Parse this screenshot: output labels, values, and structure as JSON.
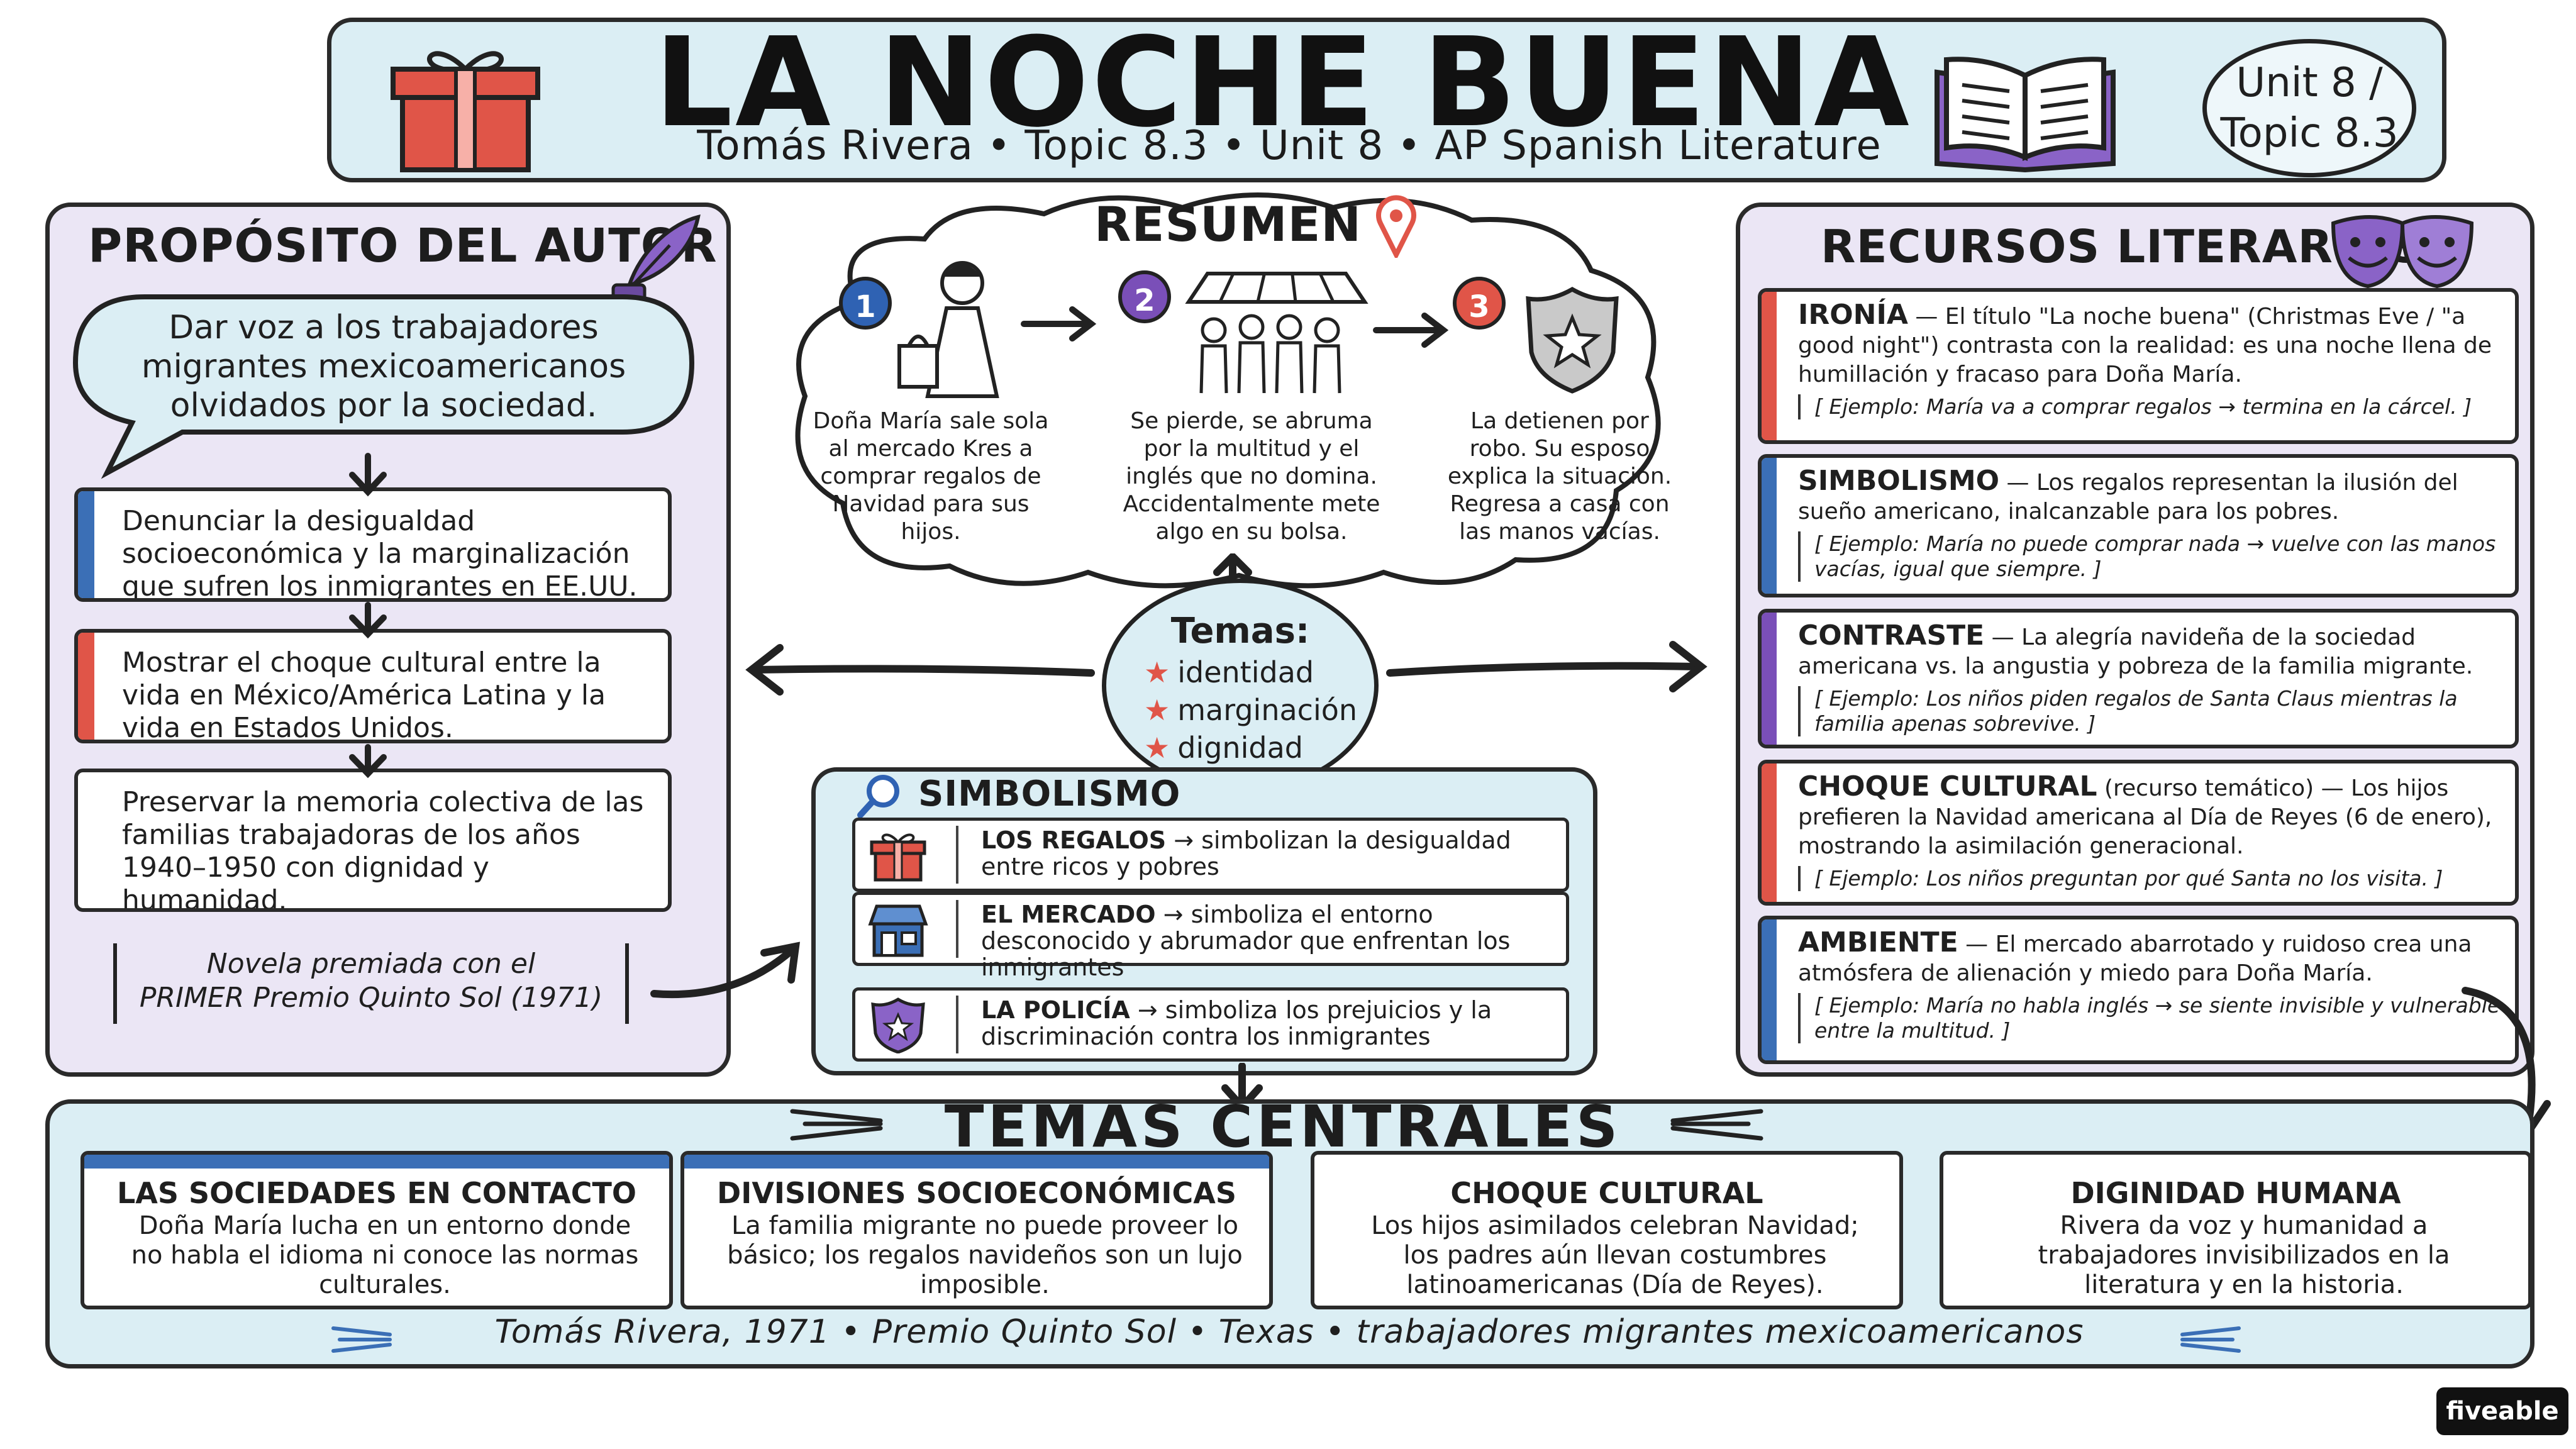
{
  "header": {
    "title": "LA NOCHE BUENA",
    "subtitle": "Tomás Rivera • Topic 8.3 • Unit 8 • AP Spanish Literature",
    "badge_line1": "Unit 8 /",
    "badge_line2": "Topic 8.3"
  },
  "proposito": {
    "heading": "PROPÓSITO DEL AUTOR",
    "bubble": "Dar voz a los trabajadores migrantes mexicoamericanos olvidados por la sociedad.",
    "cards": [
      {
        "text": "Denunciar la desigualdad socioeconómica y la marginalización que sufren los inmigrantes en EE.UU.",
        "color": "#3b6fb6"
      },
      {
        "text": "Mostrar el choque cultural entre la vida en México/América Latina y la vida en Estados Unidos.",
        "color": "#7a4fb8"
      },
      {
        "text": "Preservar la memoria colectiva de las familias trabajadoras de los años 1940–1950 con dignidad y humanidad.",
        "color": "#e05548"
      }
    ],
    "quote_line1": "Novela premiada con el",
    "quote_line2": "PRIMER Premio Quinto Sol (1971)"
  },
  "resumen": {
    "heading": "RESUMEN",
    "steps": [
      {
        "num": "1",
        "text": "Doña María sale sola al mercado Kres a comprar regalos de Navidad para sus hijos.",
        "color": "#2f62b3"
      },
      {
        "num": "2",
        "text": "Se pierde, se abruma por la multitud y el inglés que no domina. Accidentalmente mete algo en su bolsa.",
        "color": "#7a4fb8"
      },
      {
        "num": "3",
        "text": "La detienen por robo. Su esposo explica la situación. Regresa a casa con las manos vacías.",
        "color": "#e05548"
      }
    ]
  },
  "temas_circle": {
    "title": "Temas:",
    "items": [
      "identidad",
      "marginación",
      "dignidad"
    ]
  },
  "simbolismo": {
    "heading": "SIMBOLISMO",
    "rows": [
      {
        "term": "LOS REGALOS",
        "text": "→ simbolizan la desigualdad entre ricos y pobres"
      },
      {
        "term": "EL MERCADO",
        "text": "→ simboliza el entorno desconocido y abrumador que enfrentan los inmigrantes"
      },
      {
        "term": "LA POLICÍA",
        "text": "→ simboliza los prejuicios y la discriminación contra los inmigrantes"
      }
    ]
  },
  "recursos": {
    "heading": "RECURSOS LITERARIOS",
    "cards": [
      {
        "term": "IRONÍA",
        "text": " — El título \"La noche buena\" (Christmas Eve / \"a good night\") contrasta con la realidad: es una noche llena de humillación y fracaso para Doña María.",
        "example": "Ejemplo: María va a comprar regalos → termina en la cárcel.",
        "color": "#e05548"
      },
      {
        "term": "SIMBOLISMO",
        "text": " — Los regalos representan la ilusión del sueño americano, inalcanzable para los pobres.",
        "example": "Ejemplo: María no puede comprar nada → vuelve con las manos vacías, igual que siempre.",
        "color": "#3b6fb6"
      },
      {
        "term": "CONTRASTE",
        "text": " — La alegría navideña de la sociedad americana vs. la angustia y pobreza de la familia migrante.",
        "example": "Ejemplo: Los niños piden regalos de Santa Claus mientras la familia apenas sobrevive.",
        "color": "#7a4fb8"
      },
      {
        "term": "CHOQUE CULTURAL",
        "text": " (recurso temático) — Los hijos prefieren la Navidad americana al Día de Reyes (6 de enero), mostrando la asimilación generacional.",
        "example": "Ejemplo: Los niños preguntan por qué Santa no los visita.",
        "color": "#e05548"
      },
      {
        "term": "AMBIENTE",
        "text": " — El mercado abarrotado y ruidoso crea una atmósfera de alienación y miedo para Doña María.",
        "example": "Ejemplo: María no habla inglés → se siente invisible y vulnerable entre la multitud.",
        "color": "#3b6fb6"
      }
    ]
  },
  "temas_centrales": {
    "heading": "TEMAS CENTRALES",
    "cards": [
      {
        "title": "LAS SOCIEDADES EN CONTACTO",
        "text": "Doña María lucha en un entorno donde no habla el idioma ni conoce las normas culturales.",
        "color": "#3b6fb6"
      },
      {
        "title": "DIVISIONES SOCIOECONÓMICAS",
        "text": "La familia migrante no puede proveer lo básico; los regalos navideños son un lujo imposible.",
        "color": "#7a4fb8"
      },
      {
        "title": "CHOQUE CULTURAL",
        "text": "Los hijos asimilados celebran Navidad; los padres aún llevan costumbres latinoamericanas (Día de Reyes).",
        "color": "#e05548"
      },
      {
        "title": "DIGINIDAD HUMANA",
        "text": "Rivera da voz y humanidad a trabajadores invisibilizados en la literatura y en la historia.",
        "color": "#3b6fb6"
      }
    ],
    "footer": "Tomás Rivera, 1971 • Premio Quinto Sol • Texas • trabajadores migrantes mexicoamericanos"
  },
  "brand": "fiveable"
}
